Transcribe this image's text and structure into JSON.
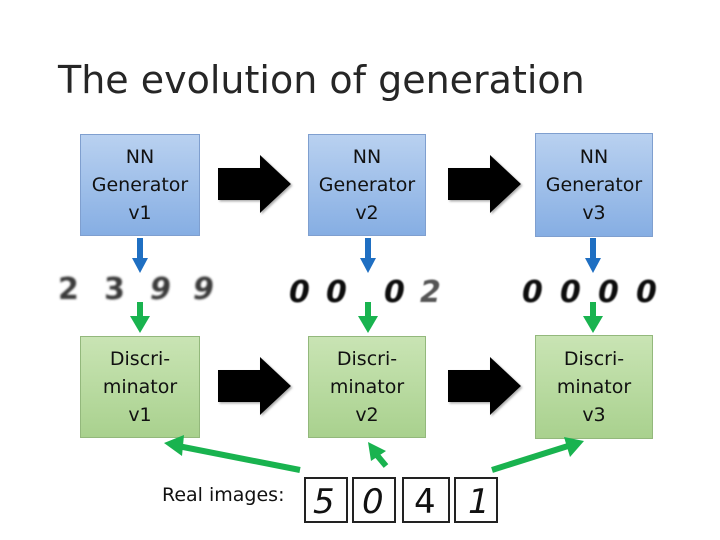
{
  "title": "The evolution of generation",
  "generators": [
    {
      "label": "NN\nGenerator\nv1"
    },
    {
      "label": "NN\nGenerator\nv2"
    },
    {
      "label": "NN\nGenerator\nv3"
    }
  ],
  "discriminators": [
    {
      "label": "Discri-\nminator\nv1"
    },
    {
      "label": "Discri-\nminator\nv2"
    },
    {
      "label": "Discri-\nminator\nv3"
    }
  ],
  "generated_samples": [
    [
      "2",
      "3",
      "9",
      "9"
    ],
    [
      "0",
      "0",
      "0",
      "2"
    ],
    [
      "0",
      "0",
      "0",
      "0"
    ]
  ],
  "real_images_label": "Real images:",
  "real_images": [
    "5",
    "0",
    "4",
    "1"
  ],
  "colors": {
    "generator_fill": "#9dbde9",
    "discriminator_fill": "#b5d99c",
    "arrow_black": "#000000",
    "arrow_blue": "#1f6fc2",
    "arrow_green": "#19b34f"
  }
}
